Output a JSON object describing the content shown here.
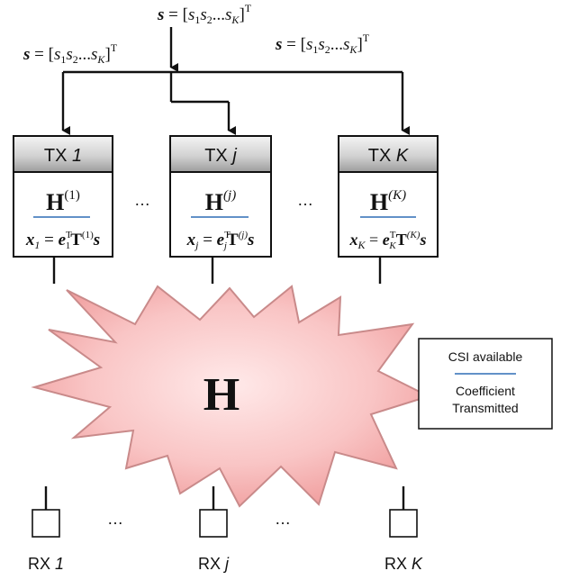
{
  "signal": {
    "top_label": "s = [s1s2...sK]T",
    "left_label": "s = [s1s2...sK]T",
    "right_label": "s = [s1s2...sK]T"
  },
  "transmitters": [
    {
      "tx_label": "TX",
      "tx_index": "1",
      "h_sup": "(1)",
      "eq_var": "x",
      "eq_sub": "1",
      "eq_e_sub": "1",
      "eq_t_sup": "(1)"
    },
    {
      "tx_label": "TX",
      "tx_index": "j",
      "h_sup": "(j)",
      "eq_var": "x",
      "eq_sub": "j",
      "eq_e_sub": "j",
      "eq_t_sup": "(j)"
    },
    {
      "tx_label": "TX",
      "tx_index": "K",
      "h_sup": "(K)",
      "eq_var": "x",
      "eq_sub": "K",
      "eq_e_sub": "K",
      "eq_t_sup": "(K)"
    }
  ],
  "ellipsis": "…",
  "channel": {
    "label": "H",
    "fill_color": "#f6b9b9",
    "stroke_color": "#c98a8a"
  },
  "legend": {
    "line1": "CSI available",
    "line2": "Coefficient",
    "line3": "Transmitted",
    "line_color": "#2f6db5"
  },
  "receivers": [
    {
      "rx_label": "RX",
      "rx_index": "1"
    },
    {
      "rx_label": "RX",
      "rx_index": "j"
    },
    {
      "rx_label": "RX",
      "rx_index": "K"
    }
  ],
  "colors": {
    "tx_header_top": "#f2f2f2",
    "tx_header_bottom": "#9a9a9a",
    "divider": "#2f6db5"
  }
}
